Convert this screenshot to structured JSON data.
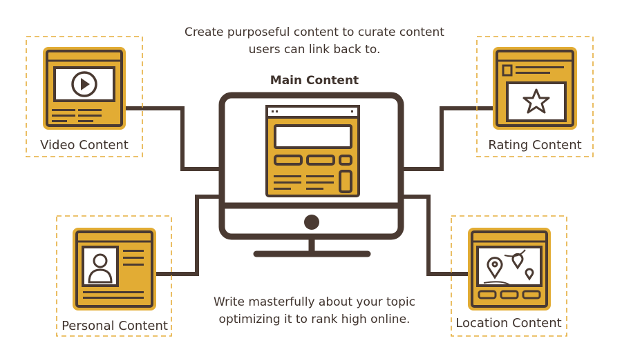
{
  "top_caption": [
    "Create purposeful content to curate content",
    "users can link back to."
  ],
  "main_title": "Main Content",
  "bottom_caption": [
    "Write masterfully about your topic",
    "optimizing it to rank high online."
  ],
  "nodes": {
    "video": {
      "label": "Video Content",
      "icon": "play-icon"
    },
    "rating": {
      "label": "Rating Content",
      "icon": "star-icon"
    },
    "personal": {
      "label": "Personal Content",
      "icon": "user-icon"
    },
    "location": {
      "label": "Location Content",
      "icon": "map-pin-icon"
    }
  },
  "colors": {
    "gold": "#e2ac34",
    "brown": "#4a3a32",
    "dash": "#e5ad3c"
  }
}
